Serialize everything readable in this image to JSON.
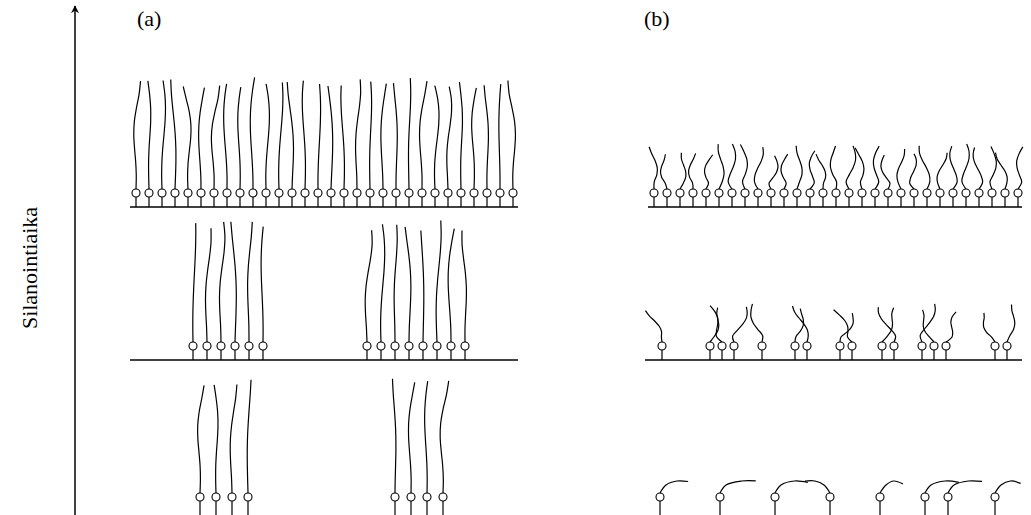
{
  "diagram": {
    "labels": [
      "Silanointiaika",
      "(a)",
      "(b)"
    ]
  }
}
